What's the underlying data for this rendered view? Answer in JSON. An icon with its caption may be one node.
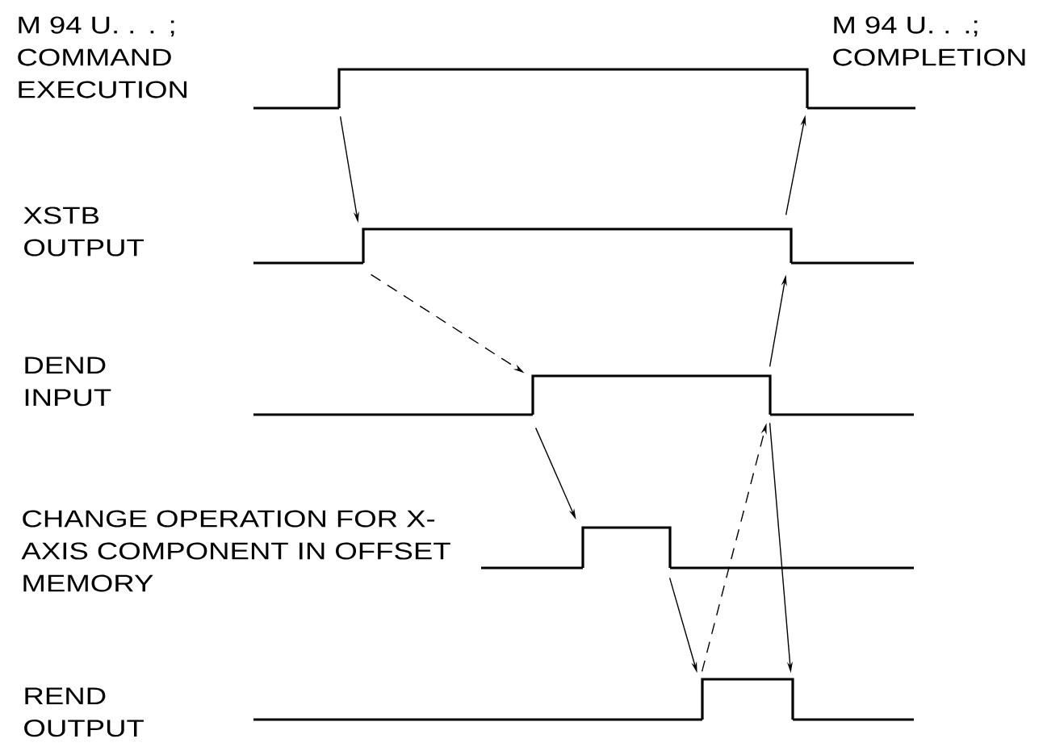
{
  "diagram": {
    "nodes": [
      {
        "text": [],
        "shape": "waveform"
      },
      {
        "text": [],
        "shape": "waveform"
      },
      {
        "text": [],
        "shape": "waveform"
      },
      {
        "text": [],
        "shape": "waveform"
      },
      {
        "text": [],
        "shape": "waveform"
      }
    ],
    "edges": [
      {
        "from": 0,
        "to": 1,
        "arrow": "to"
      },
      {
        "from": 1,
        "to": 2,
        "arrow": "to",
        "style": "dashed"
      },
      {
        "from": 2,
        "to": 3,
        "arrow": "to"
      },
      {
        "from": 3,
        "to": 4,
        "arrow": "to"
      },
      {
        "from": 4,
        "to": 2,
        "arrow": "to",
        "style": "dashed"
      },
      {
        "from": 2,
        "to": 1,
        "arrow": "to"
      },
      {
        "from": 1,
        "to": 0,
        "arrow": "to"
      },
      {
        "from": 2,
        "to": 4,
        "arrow": "to"
      }
    ],
    "labels": [
      "M 94 U. . . ; COMMAND EXECUTION",
      "M 94 U. . .; COMPLETION",
      "XSTB OUTPUT",
      "DEND INPUT",
      "CHANGE OPERATION FOR X-AXIS COMPONENT IN OFFSET MEMORY",
      "REND OUTPUT"
    ]
  }
}
